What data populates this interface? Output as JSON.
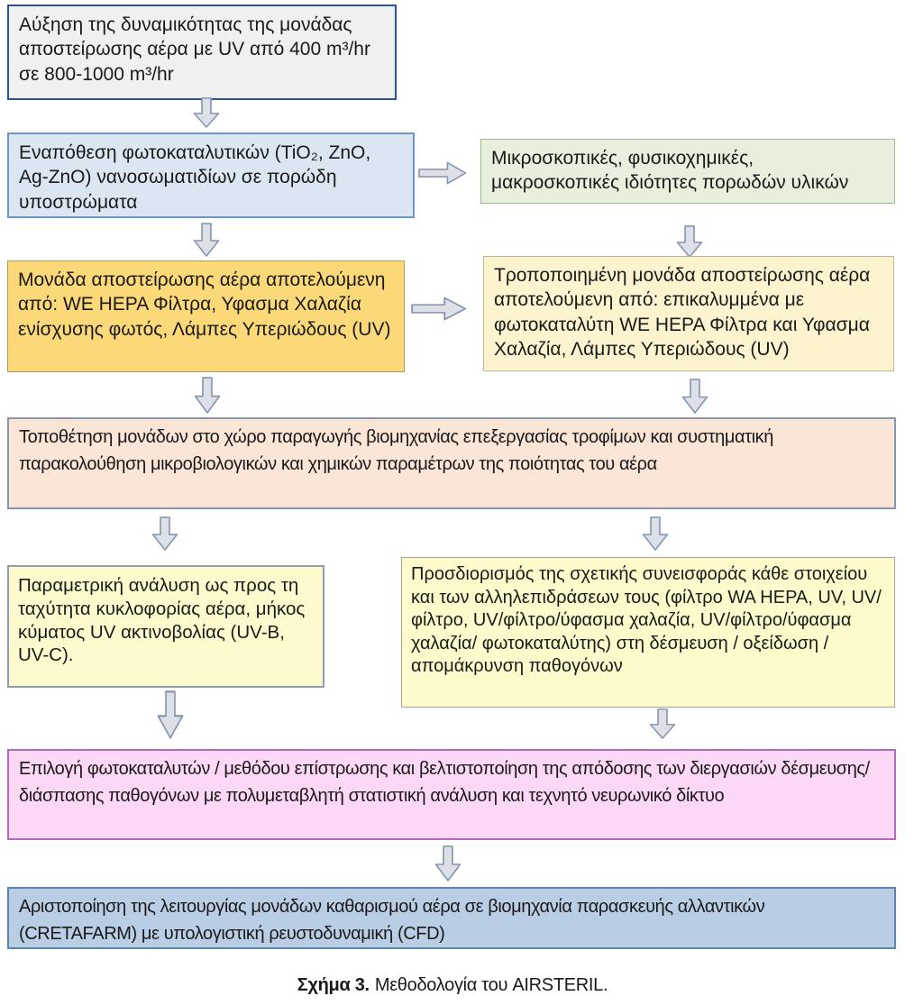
{
  "figure": {
    "caption_bold": "Σχήμα 3.",
    "caption_text": "Μεθοδολογία του AIRSTERIL."
  },
  "boxes": {
    "capacity": {
      "text": "Αύξηση της δυναμικότητας της μονάδας αποστείρωσης αέρα με UV από 400 m³/hr σε 800-1000 m³/hr",
      "fill": "#eff0ef",
      "border": "#2f5496"
    },
    "deposition": {
      "text": "Εναπόθεση φωτοκαταλυτικών (TiO₂, ZnO, Ag-ZnO) νανοσωματιδίων σε πορώδη υποστρώματα",
      "fill": "#dce6f2",
      "border": "#6f95c5"
    },
    "properties": {
      "text": "Μικροσκοπικές, φυσικοχημικές, μακροσκοπικές ιδιότητες πορωδών υλικών",
      "fill": "#e7f0dc",
      "border": "#a3b88a"
    },
    "unit": {
      "text": "Μονάδα αποστείρωσης αέρα αποτελούμενη από: WE HEPA Φίλτρα, Υφασμα Χαλαζία ενίσχυσης φωτός, Λάμπες Υπεριώδους (UV)",
      "fill": "#fbd878",
      "border": "#b09c5e"
    },
    "modified_unit": {
      "text": "Τροποποιημένη μονάδα αποστείρωσης αέρα αποτελούμενη από: επικαλυμμένα με φωτοκαταλύτη WE HEPA Φίλτρα και Υφασμα Χαλαζία, Λάμπες Υπεριώδους (UV)",
      "fill": "#fdf3ce",
      "border": "#bdb799"
    },
    "placement": {
      "text": "Τοποθέτηση μονάδων στο χώρο παραγωγής βιομηχανίας επεξεργασίας τροφίμων και συστηματική παρακολούθηση  μικροβιολογικών και χημικών παραμέτρων της ποιότητας του αέρα",
      "fill": "#fbe5d7",
      "border": "#8496b0"
    },
    "parametric": {
      "text": "Παραμετρική ανάλυση ως προς τη ταχύτητα κυκλοφορίας αέρα, μήκος κύματος UV ακτινοβολίας (UV-B, UV-C).",
      "fill": "#fdfbcd",
      "border": "#8e9db1"
    },
    "contribution": {
      "text": "Προσδιορισμός της σχετικής συνεισφοράς κάθε στοιχείου και των αλληλεπιδράσεων τους (φίλτρο WA HEPA, UV, UV/φίλτρο, UV/φίλτρο/ύφασμα χαλαζία, UV/φίλτρο/ύφασμα χαλαζία/ φωτοκαταλύτης) στη δέσμευση / οξείδωση / απομάκρυνση παθογόνων",
      "fill": "#fdfacb",
      "border": "#a8a58c"
    },
    "selection": {
      "text": "Επιλογή φωτοκαταλυτών / μεθόδου επίστρωσης και βελτιστοποίηση της απόδοσης των διεργασιών δέσμευσης/διάσπασης παθογόνων με πολυμεταβλητή στατιστική ανάλυση και τεχνητό νευρωνικό δίκτυο",
      "fill": "#fcd7f6",
      "border": "#b36ab8"
    },
    "optimization": {
      "text": "Αριστοποίηση της λειτουργίας μονάδων καθαρισμού αέρα σε βιομηχανία παρασκευής αλλαντικών (CRETAFARM)  με υπολογιστική ρευστοδυναμική (CFD)",
      "fill": "#b9cde5",
      "border": "#5b84ae"
    }
  },
  "arrow_style": {
    "fill": "#dde1e7",
    "stroke": "#8294ad"
  }
}
